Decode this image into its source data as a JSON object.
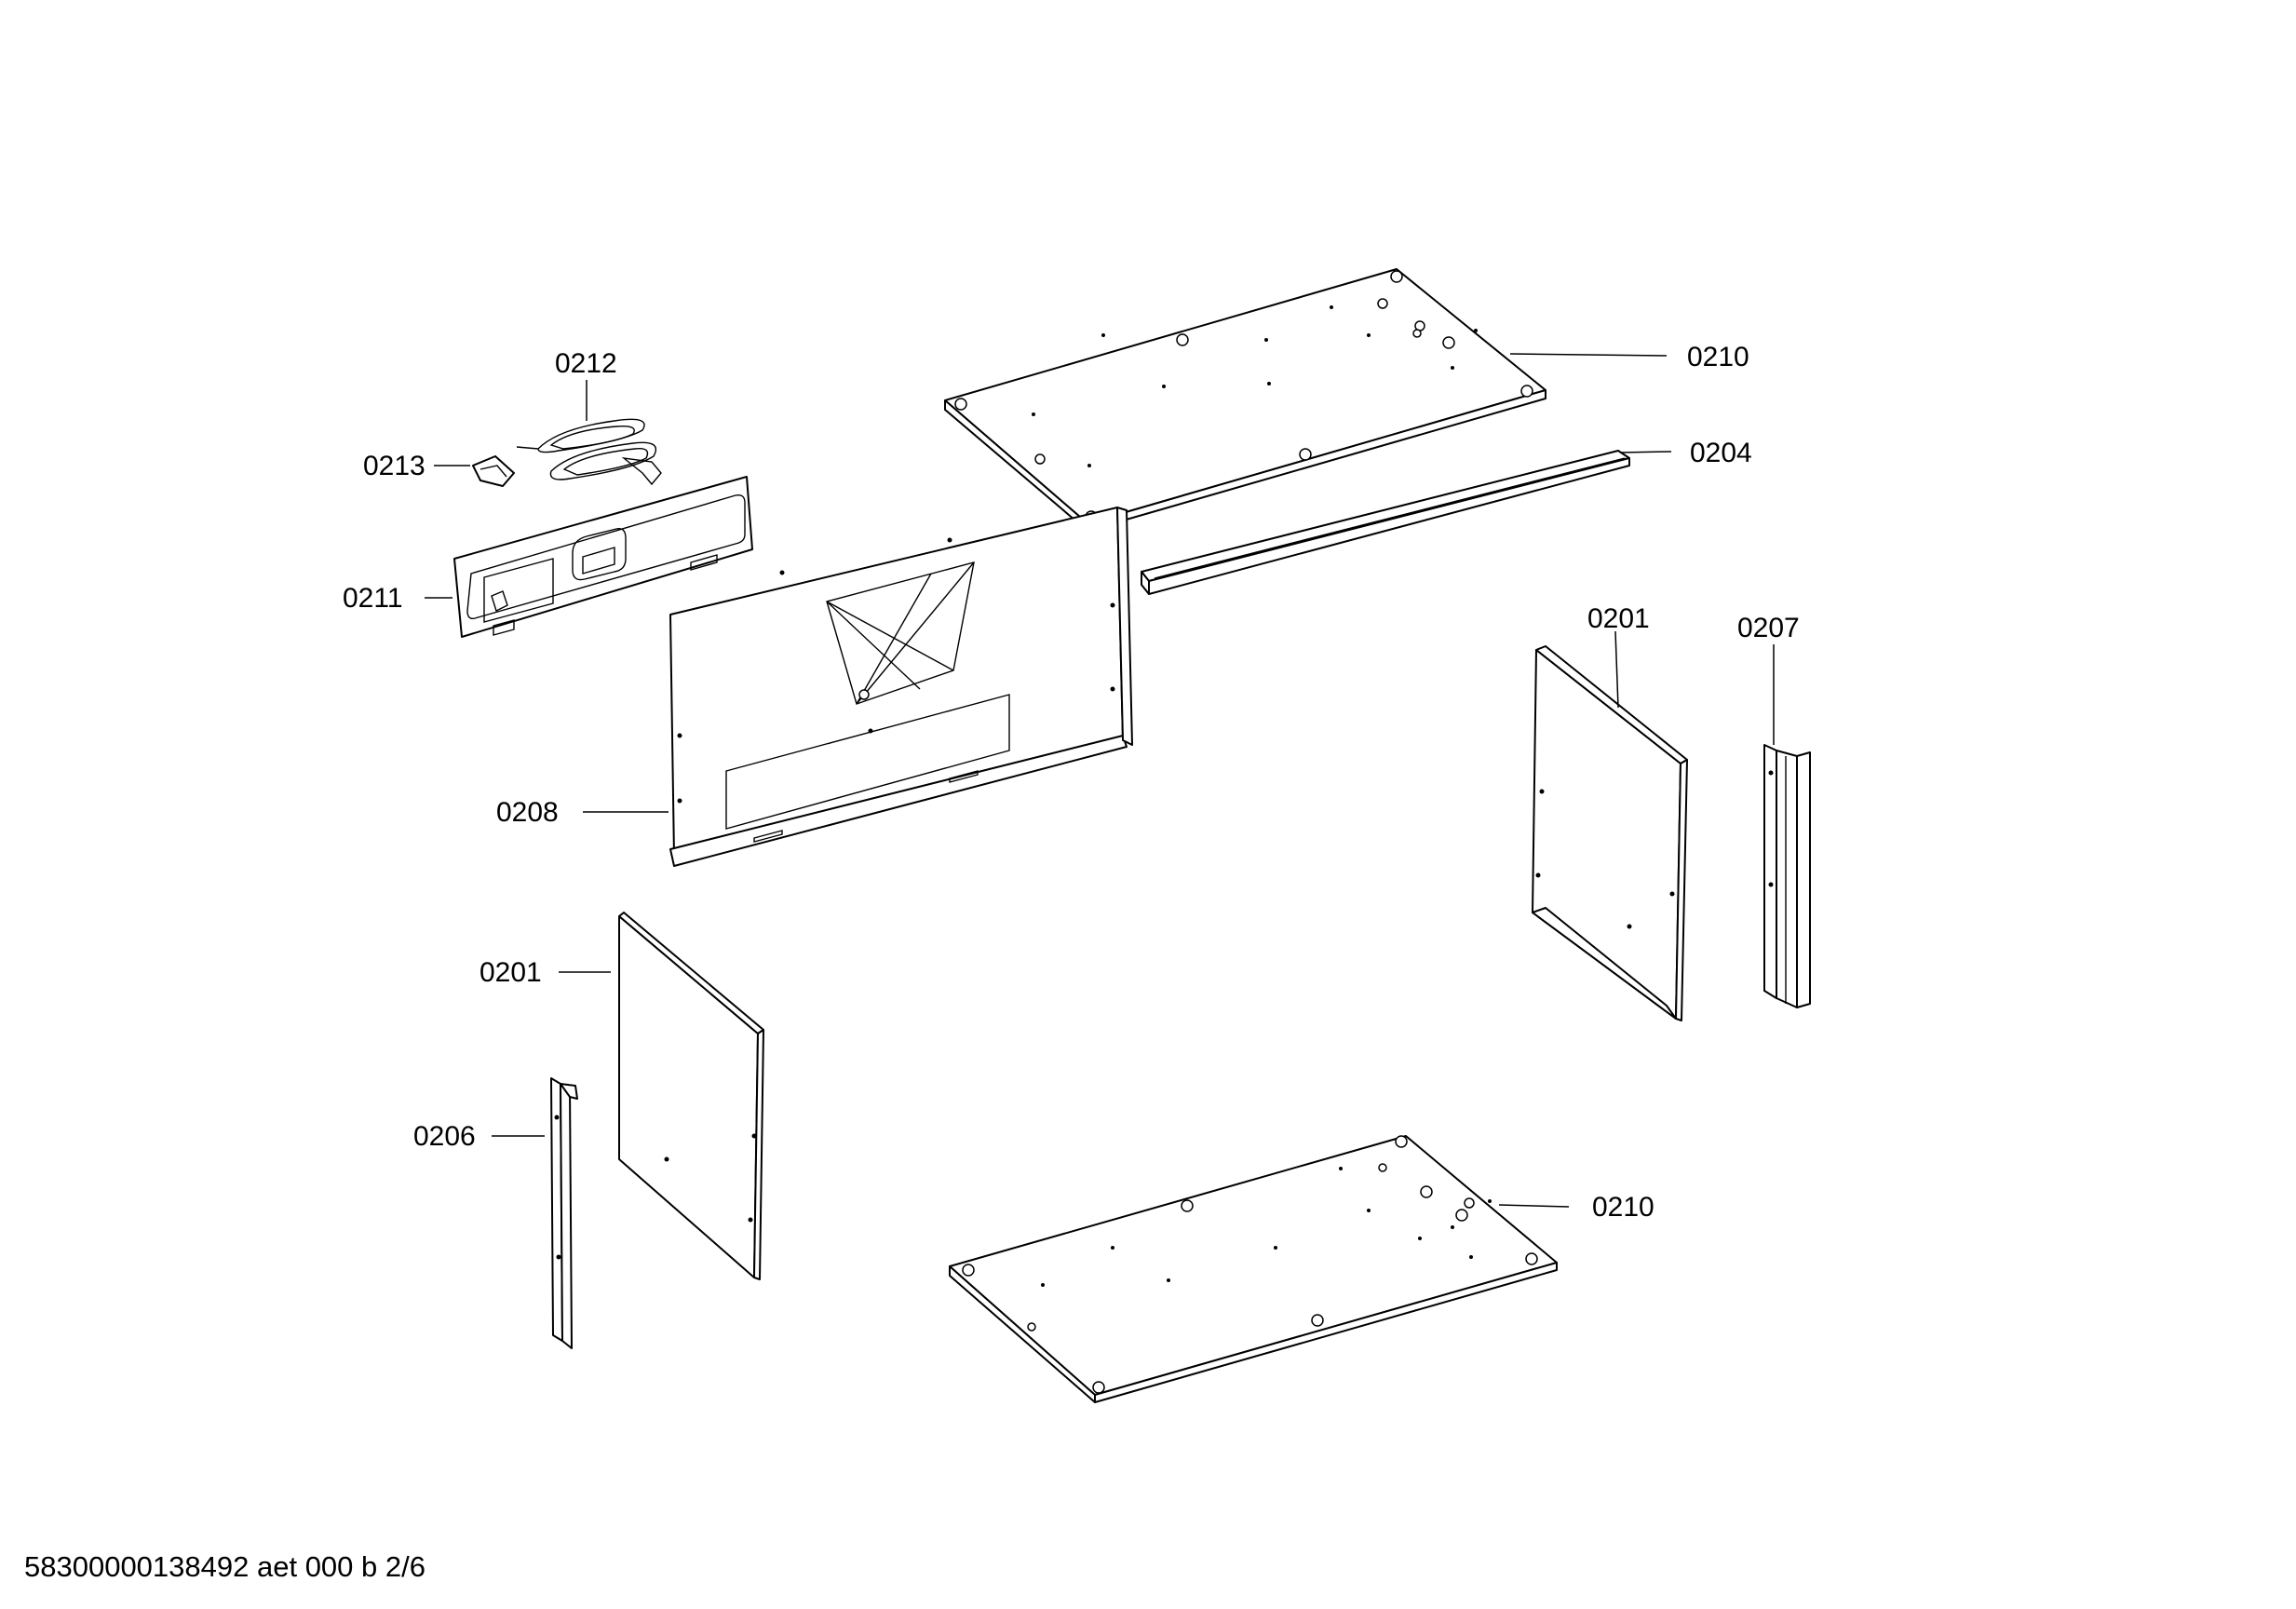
{
  "labels": {
    "l0212": "0212",
    "l0213": "0213",
    "l0211": "0211",
    "l0208": "0208",
    "l0210_top": "0210",
    "l0204": "0204",
    "l0201_right": "0201",
    "l0207": "0207",
    "l0201_left": "0201",
    "l0206": "0206",
    "l0210_bottom": "0210"
  },
  "footer": "58300000138492 aet 000 b 2/6"
}
